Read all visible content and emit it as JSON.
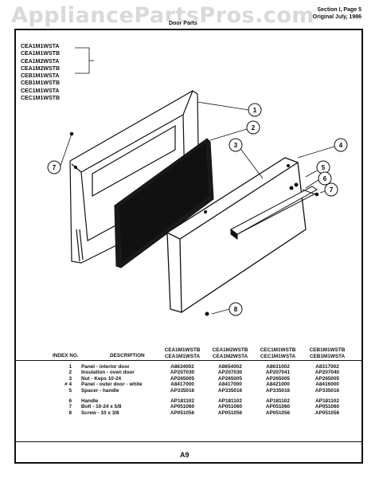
{
  "watermark": "AppliancePartsPros.com",
  "header": {
    "section": "Section I, Page 5",
    "original": "Original July, 1986",
    "title": "Door Parts"
  },
  "models": [
    "CEA1M1WSTA",
    "CEA1M1WSTB",
    "CEA1M2WSTA",
    "CEA1M2WSTB",
    "CEB1M1WSTA",
    "CEB1M1WSTB",
    "CEC1M1WSTA",
    "CEC1M1WSTB"
  ],
  "callouts": [
    "1",
    "2",
    "3",
    "4",
    "5",
    "6",
    "7",
    "7",
    "8"
  ],
  "table": {
    "col_index": "INDEX NO.",
    "col_desc": "DESCRIPTION",
    "model_cols": [
      [
        "CEA1M1WSTB",
        "CEA1M1WSTA"
      ],
      [
        "CEA1M2WSTB",
        "CEA1M2WSTA"
      ],
      [
        "CEC1M1WSTB",
        "CEC1M1WSTA"
      ],
      [
        "CEB1M1WSTB",
        "CEB1M1WSTA"
      ]
    ],
    "rows": [
      {
        "index": "1",
        "desc": "Panel - interior door",
        "parts": [
          "A8634002",
          "A8654002",
          "A8631002",
          "A8317002"
        ]
      },
      {
        "index": "2",
        "desc": "Insulation - oven door",
        "parts": [
          "AP207030",
          "AP207030",
          "AP207041",
          "AP207040"
        ]
      },
      {
        "index": "3",
        "desc": "Nut - Keps 10-24",
        "parts": [
          "AP265005",
          "AP265005",
          "AP265005",
          "AP265005"
        ]
      },
      {
        "index": "# 4",
        "desc": "Panel - outer door - white",
        "parts": [
          "A8417000",
          "A8417000",
          "A8421000",
          "A8416000"
        ]
      },
      {
        "index": "5",
        "desc": "Spacer - handle",
        "parts": [
          "AP335016",
          "AP335016",
          "AP335016",
          "AP335016"
        ]
      },
      {
        "index": "6",
        "desc": "Handle",
        "parts": [
          "AP181102",
          "AP181102",
          "AP181102",
          "AP181102"
        ],
        "gap": true
      },
      {
        "index": "7",
        "desc": "Bolt - 10-24 x 5/8",
        "parts": [
          "AP051060",
          "AP051060",
          "AP051060",
          "AP051060"
        ]
      },
      {
        "index": "8",
        "desc": "Screw - 10 x 3/8",
        "parts": [
          "AP051056",
          "AP051056",
          "AP051056",
          "AP051056"
        ]
      }
    ]
  },
  "page": "A9"
}
